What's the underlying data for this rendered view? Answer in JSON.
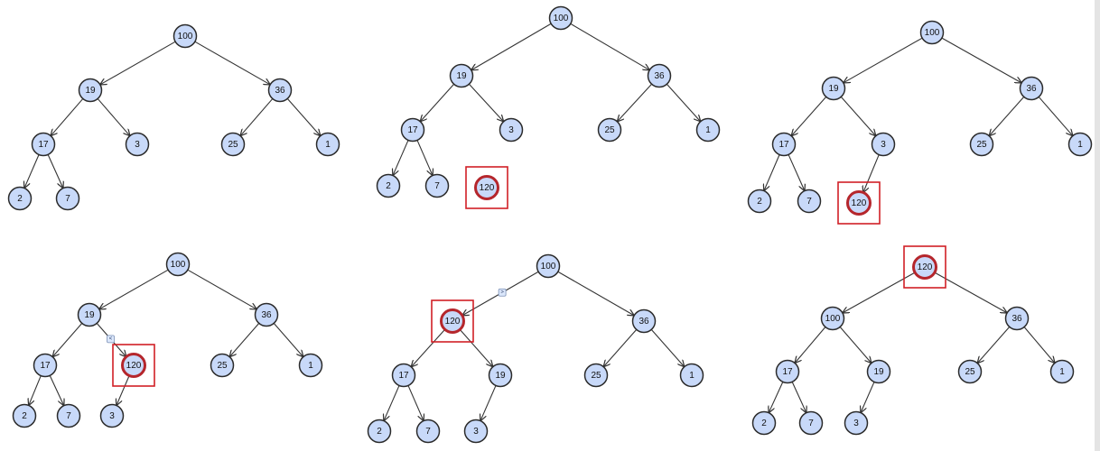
{
  "colors": {
    "node_fill": "#c8d9f9",
    "node_stroke": "#2b2b2b",
    "highlight_node_stroke": "#b5262c",
    "highlight_box": "#d11f26",
    "edge": "#333333"
  },
  "panels": [
    {
      "nodes": [
        {
          "id": "a",
          "label": "100"
        },
        {
          "id": "b",
          "label": "19"
        },
        {
          "id": "c",
          "label": "36"
        },
        {
          "id": "d",
          "label": "17"
        },
        {
          "id": "e",
          "label": "3"
        },
        {
          "id": "f",
          "label": "25"
        },
        {
          "id": "g",
          "label": "1"
        },
        {
          "id": "h",
          "label": "2"
        },
        {
          "id": "i",
          "label": "7"
        }
      ],
      "edges": [
        [
          "a",
          "b"
        ],
        [
          "a",
          "c"
        ],
        [
          "b",
          "d"
        ],
        [
          "b",
          "e"
        ],
        [
          "c",
          "f"
        ],
        [
          "c",
          "g"
        ],
        [
          "d",
          "h"
        ],
        [
          "d",
          "i"
        ]
      ],
      "highlight": null,
      "compare": null
    },
    {
      "nodes": [
        {
          "id": "a",
          "label": "100"
        },
        {
          "id": "b",
          "label": "19"
        },
        {
          "id": "c",
          "label": "36"
        },
        {
          "id": "d",
          "label": "17"
        },
        {
          "id": "e",
          "label": "3"
        },
        {
          "id": "f",
          "label": "25"
        },
        {
          "id": "g",
          "label": "1"
        },
        {
          "id": "h",
          "label": "2"
        },
        {
          "id": "i",
          "label": "7"
        },
        {
          "id": "n",
          "label": "120"
        }
      ],
      "edges": [
        [
          "a",
          "b"
        ],
        [
          "a",
          "c"
        ],
        [
          "b",
          "d"
        ],
        [
          "b",
          "e"
        ],
        [
          "c",
          "f"
        ],
        [
          "c",
          "g"
        ],
        [
          "d",
          "h"
        ],
        [
          "d",
          "i"
        ]
      ],
      "highlight": "n",
      "compare": null
    },
    {
      "nodes": [
        {
          "id": "a",
          "label": "100"
        },
        {
          "id": "b",
          "label": "19"
        },
        {
          "id": "c",
          "label": "36"
        },
        {
          "id": "d",
          "label": "17"
        },
        {
          "id": "e",
          "label": "3"
        },
        {
          "id": "f",
          "label": "25"
        },
        {
          "id": "g",
          "label": "1"
        },
        {
          "id": "h",
          "label": "2"
        },
        {
          "id": "i",
          "label": "7"
        },
        {
          "id": "n",
          "label": "120"
        }
      ],
      "edges": [
        [
          "a",
          "b"
        ],
        [
          "a",
          "c"
        ],
        [
          "b",
          "d"
        ],
        [
          "b",
          "e"
        ],
        [
          "c",
          "f"
        ],
        [
          "c",
          "g"
        ],
        [
          "d",
          "h"
        ],
        [
          "d",
          "i"
        ],
        [
          "e",
          "n"
        ]
      ],
      "highlight": "n",
      "compare": null
    },
    {
      "nodes": [
        {
          "id": "a",
          "label": "100"
        },
        {
          "id": "b",
          "label": "19"
        },
        {
          "id": "c",
          "label": "36"
        },
        {
          "id": "d",
          "label": "17"
        },
        {
          "id": "n",
          "label": "120"
        },
        {
          "id": "f",
          "label": "25"
        },
        {
          "id": "g",
          "label": "1"
        },
        {
          "id": "h",
          "label": "2"
        },
        {
          "id": "i",
          "label": "7"
        },
        {
          "id": "e",
          "label": "3"
        }
      ],
      "edges": [
        [
          "a",
          "b"
        ],
        [
          "a",
          "c"
        ],
        [
          "b",
          "d"
        ],
        [
          "b",
          "n"
        ],
        [
          "c",
          "f"
        ],
        [
          "c",
          "g"
        ],
        [
          "d",
          "h"
        ],
        [
          "d",
          "i"
        ],
        [
          "n",
          "e"
        ]
      ],
      "highlight": "n",
      "compare": {
        "from": "b",
        "to": "n",
        "label": "<"
      }
    },
    {
      "nodes": [
        {
          "id": "a",
          "label": "100"
        },
        {
          "id": "n",
          "label": "120"
        },
        {
          "id": "c",
          "label": "36"
        },
        {
          "id": "d",
          "label": "17"
        },
        {
          "id": "b",
          "label": "19"
        },
        {
          "id": "f",
          "label": "25"
        },
        {
          "id": "g",
          "label": "1"
        },
        {
          "id": "h",
          "label": "2"
        },
        {
          "id": "i",
          "label": "7"
        },
        {
          "id": "e",
          "label": "3"
        }
      ],
      "edges": [
        [
          "a",
          "n"
        ],
        [
          "a",
          "c"
        ],
        [
          "n",
          "d"
        ],
        [
          "n",
          "b"
        ],
        [
          "c",
          "f"
        ],
        [
          "c",
          "g"
        ],
        [
          "d",
          "h"
        ],
        [
          "d",
          "i"
        ],
        [
          "b",
          "e"
        ]
      ],
      "highlight": "n",
      "compare": {
        "from": "a",
        "to": "n",
        "label": ">"
      }
    },
    {
      "nodes": [
        {
          "id": "n",
          "label": "120"
        },
        {
          "id": "a",
          "label": "100"
        },
        {
          "id": "c",
          "label": "36"
        },
        {
          "id": "d",
          "label": "17"
        },
        {
          "id": "b",
          "label": "19"
        },
        {
          "id": "f",
          "label": "25"
        },
        {
          "id": "g",
          "label": "1"
        },
        {
          "id": "h",
          "label": "2"
        },
        {
          "id": "i",
          "label": "7"
        },
        {
          "id": "e",
          "label": "3"
        }
      ],
      "edges": [
        [
          "n",
          "a"
        ],
        [
          "n",
          "c"
        ],
        [
          "a",
          "d"
        ],
        [
          "a",
          "b"
        ],
        [
          "c",
          "f"
        ],
        [
          "c",
          "g"
        ],
        [
          "d",
          "h"
        ],
        [
          "d",
          "i"
        ],
        [
          "b",
          "e"
        ]
      ],
      "highlight": "n",
      "compare": null
    }
  ]
}
